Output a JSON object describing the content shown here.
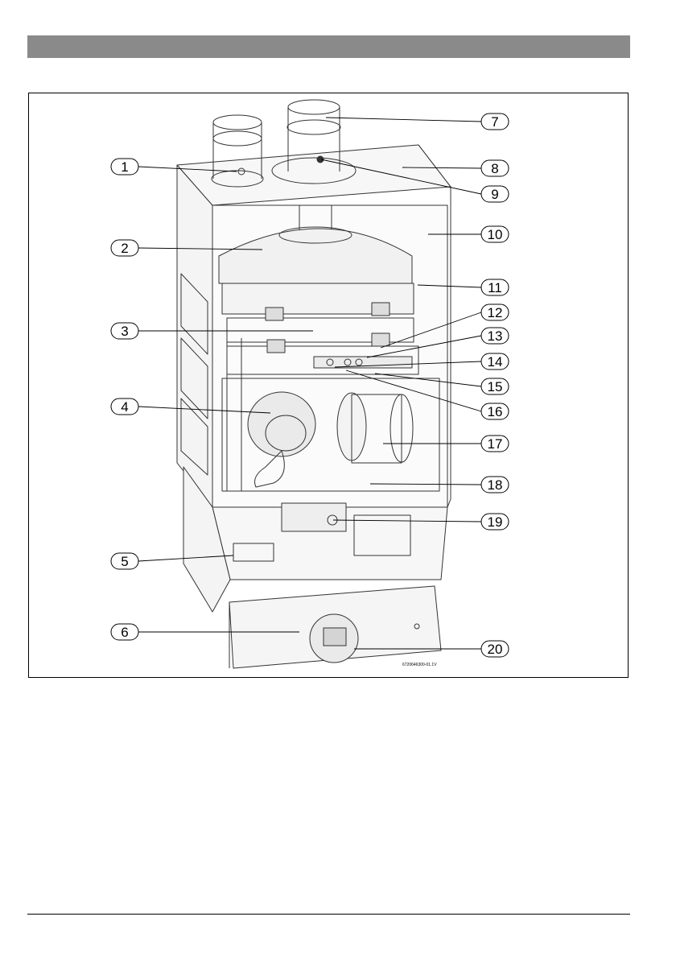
{
  "figure": {
    "reference_code": "6720646300-01.1V",
    "callouts": [
      "1",
      "2",
      "3",
      "4",
      "5",
      "6",
      "7",
      "8",
      "9",
      "10",
      "11",
      "12",
      "13",
      "14",
      "15",
      "16",
      "17",
      "18",
      "19",
      "20"
    ]
  }
}
